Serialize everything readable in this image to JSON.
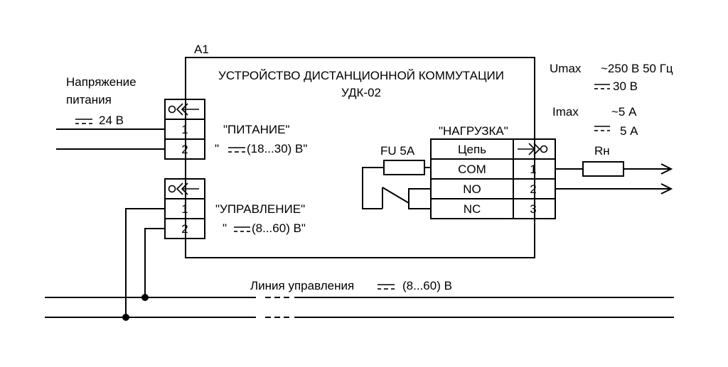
{
  "block": {
    "id": "A1",
    "title_line1": "УСТРОЙСТВО ДИСТАНЦИОННОЙ КОММУТАЦИИ",
    "title_line2": "УДК-02"
  },
  "power_input": {
    "label_line1": "Напряжение",
    "label_line2": "питания",
    "voltage": "24 В"
  },
  "connector_power": {
    "name": "\"ПИТАНИЕ\"",
    "range_prefix": "\"",
    "range": "(18...30) В\"",
    "pins": [
      "1",
      "2"
    ]
  },
  "connector_control": {
    "name": "\"УПРАВЛЕНИЕ\"",
    "range_prefix": "\"",
    "range": "(8...60) В\"",
    "pins": [
      "1",
      "2"
    ]
  },
  "load": {
    "name": "\"НАГРУЗКА\"",
    "header": "Цепь",
    "rows": [
      {
        "circuit": "COM",
        "pin": "1"
      },
      {
        "circuit": "NO",
        "pin": "2"
      },
      {
        "circuit": "NC",
        "pin": "3"
      }
    ]
  },
  "fuse": {
    "label": "FU 5A"
  },
  "resistor": {
    "label": "Rн"
  },
  "ratings": {
    "umax_label": "Umax",
    "umax_ac": "~250 В 50 Гц",
    "umax_dc": "30 В",
    "imax_label": "Imax",
    "imax_ac": "~5 А",
    "imax_dc": "5 А"
  },
  "control_line": {
    "label": "Линия управления",
    "voltage": "(8...60) В"
  }
}
